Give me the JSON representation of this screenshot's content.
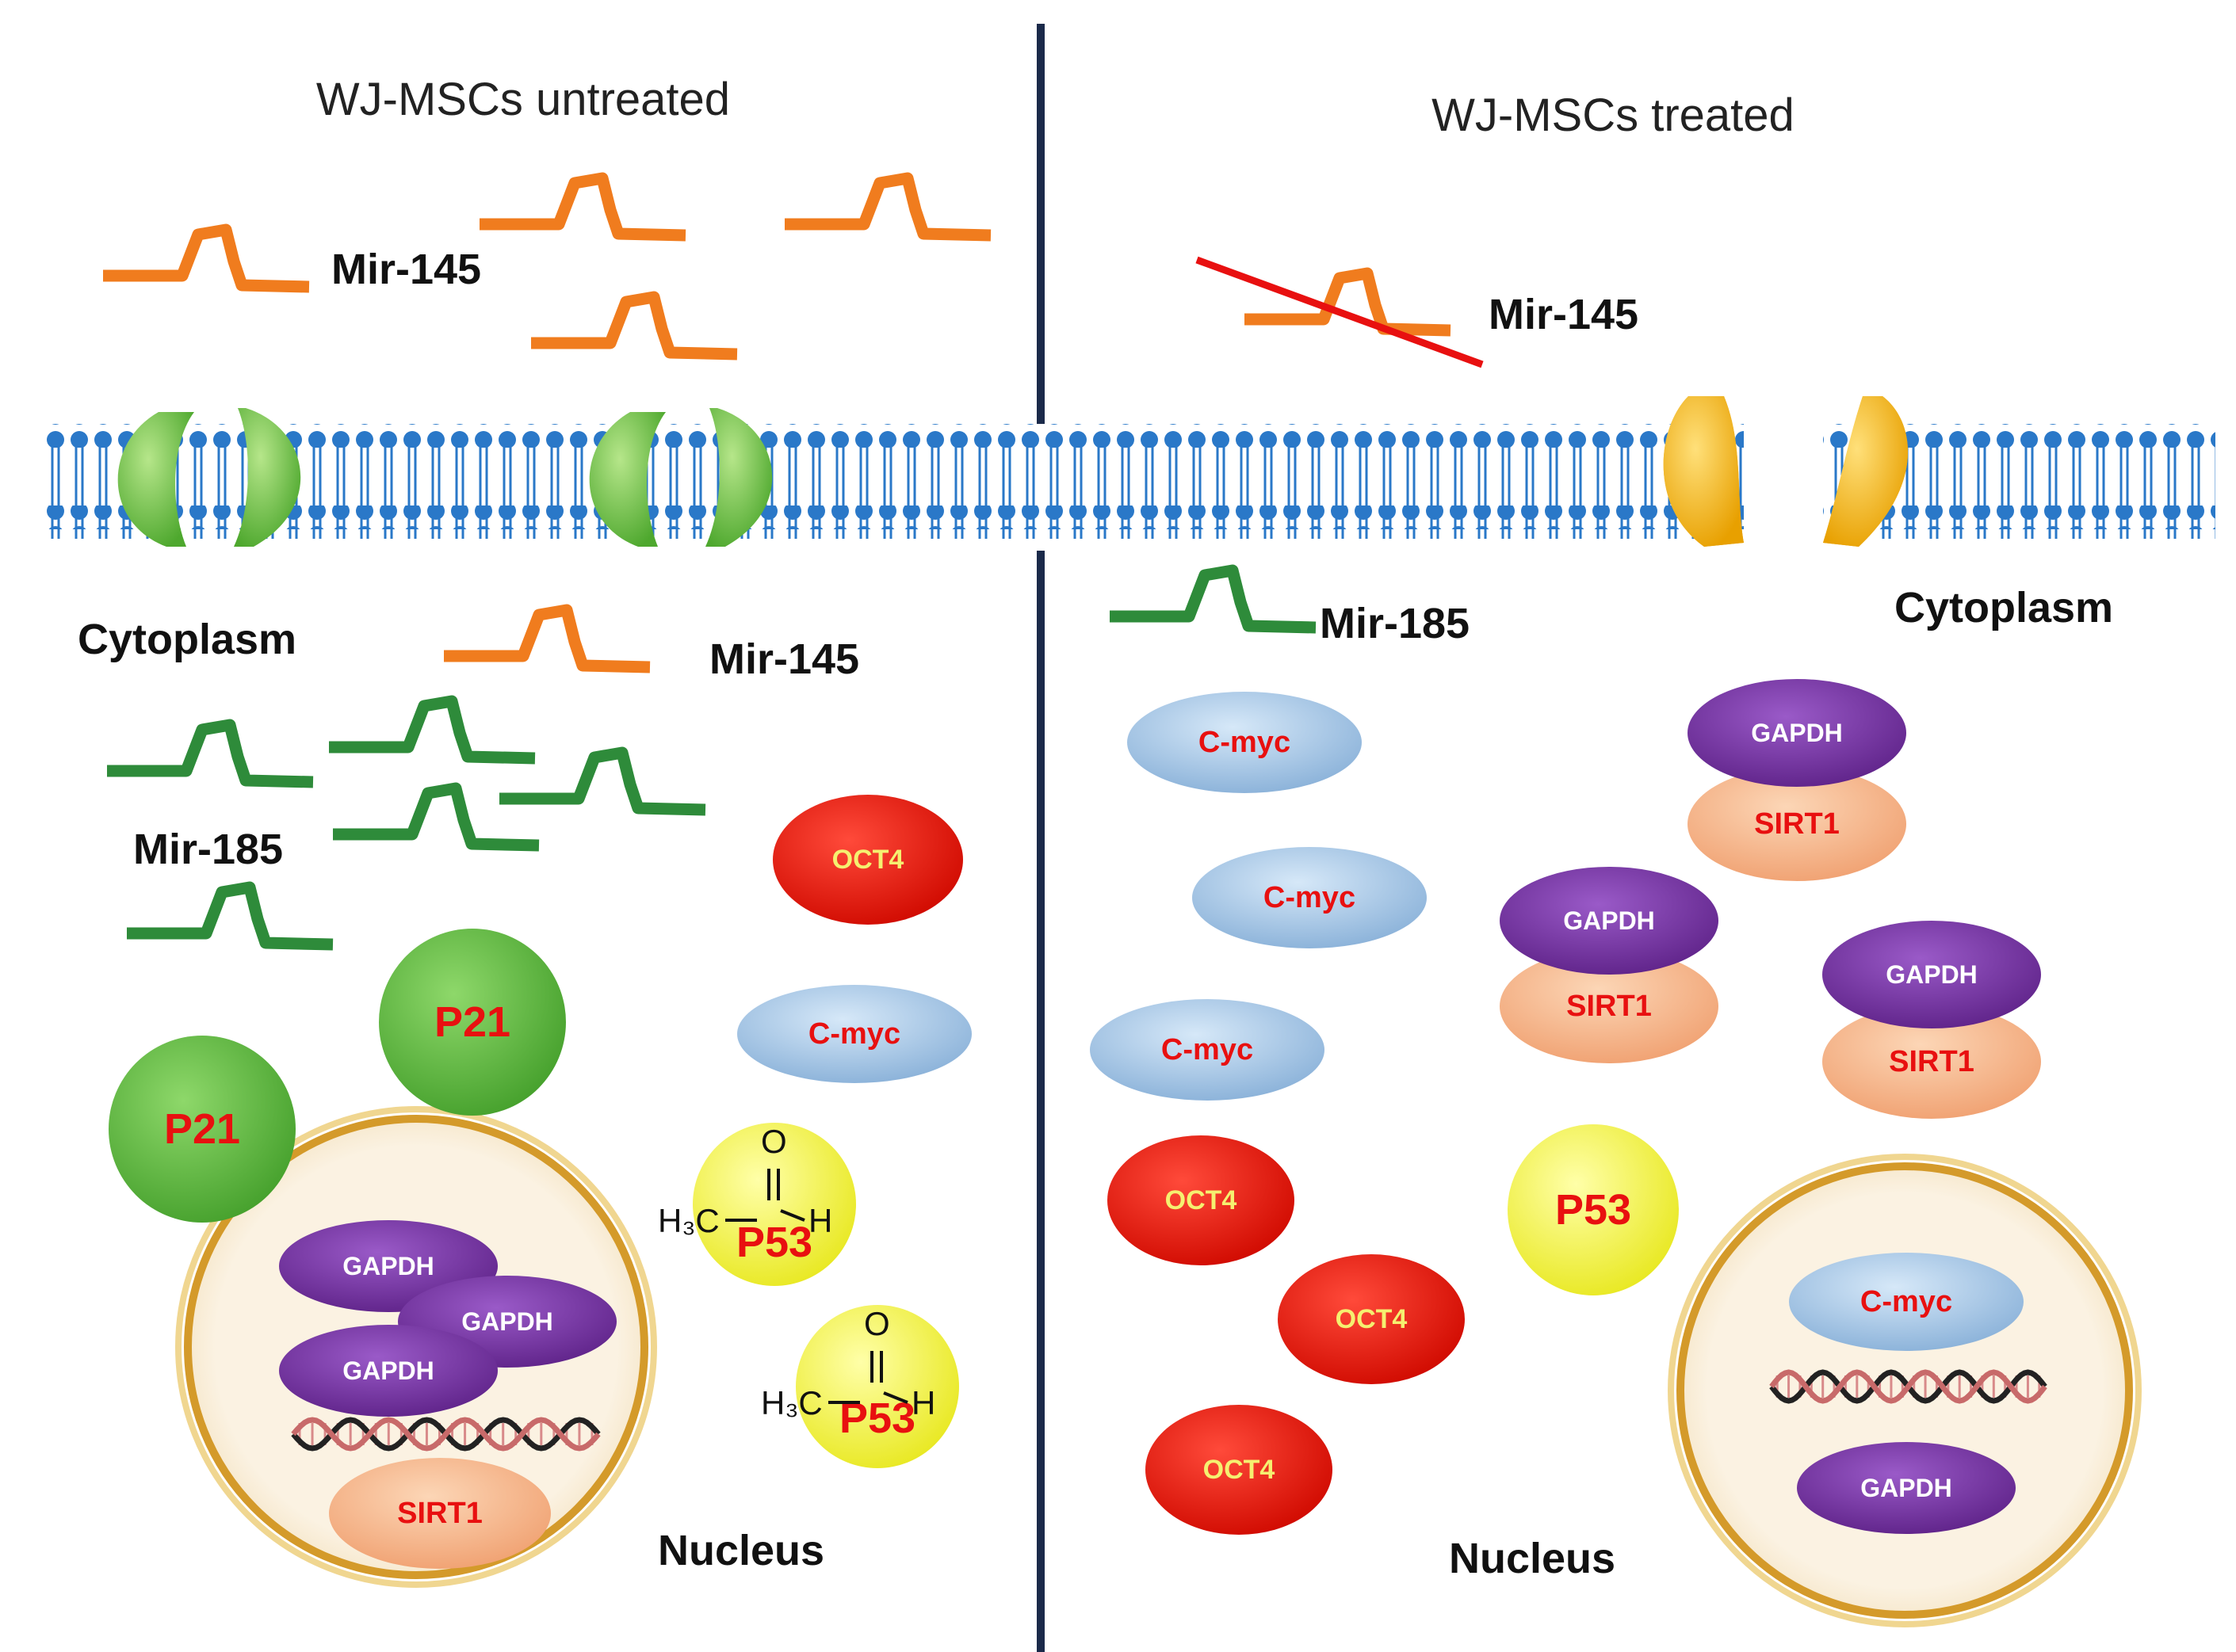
{
  "panels": {
    "left": {
      "title": "WJ-MSCs untreated",
      "cytoplasm": "Cytoplasm",
      "nucleus": "Nucleus",
      "mir145_top": "Mir-145",
      "mir145_cyto": "Mir-145",
      "mir185": "Mir-185"
    },
    "right": {
      "title": "WJ-MSCs treated",
      "cytoplasm": "Cytoplasm",
      "nucleus": "Nucleus",
      "mir145_top": "Mir-145",
      "mir185": "Mir-185"
    }
  },
  "proteins": {
    "oct4": "OCT4",
    "cmyc": "C-myc",
    "p21": "P21",
    "p53": "P53",
    "gapdh": "GAPDH",
    "sirt1": "SIRT1"
  },
  "chem": {
    "o": "O",
    "h": "H",
    "h3c": "H₃C"
  },
  "colors": {
    "divider": "#1b2a4a",
    "membrane": "#2a78c8",
    "mir145": "#f07c1e",
    "mir185": "#2e8b3a",
    "green_channel": "#7cc84a",
    "yellow_channel": "#f5b400",
    "oct4": "#e8120c",
    "cmyc": "#a8c8e8",
    "p21": "#62b843",
    "p53": "#f0f040",
    "gapdh": "#7a3aa8",
    "sirt1": "#f6b88c",
    "nucleus": "#fbf2e2",
    "label_red": "#e81010"
  }
}
